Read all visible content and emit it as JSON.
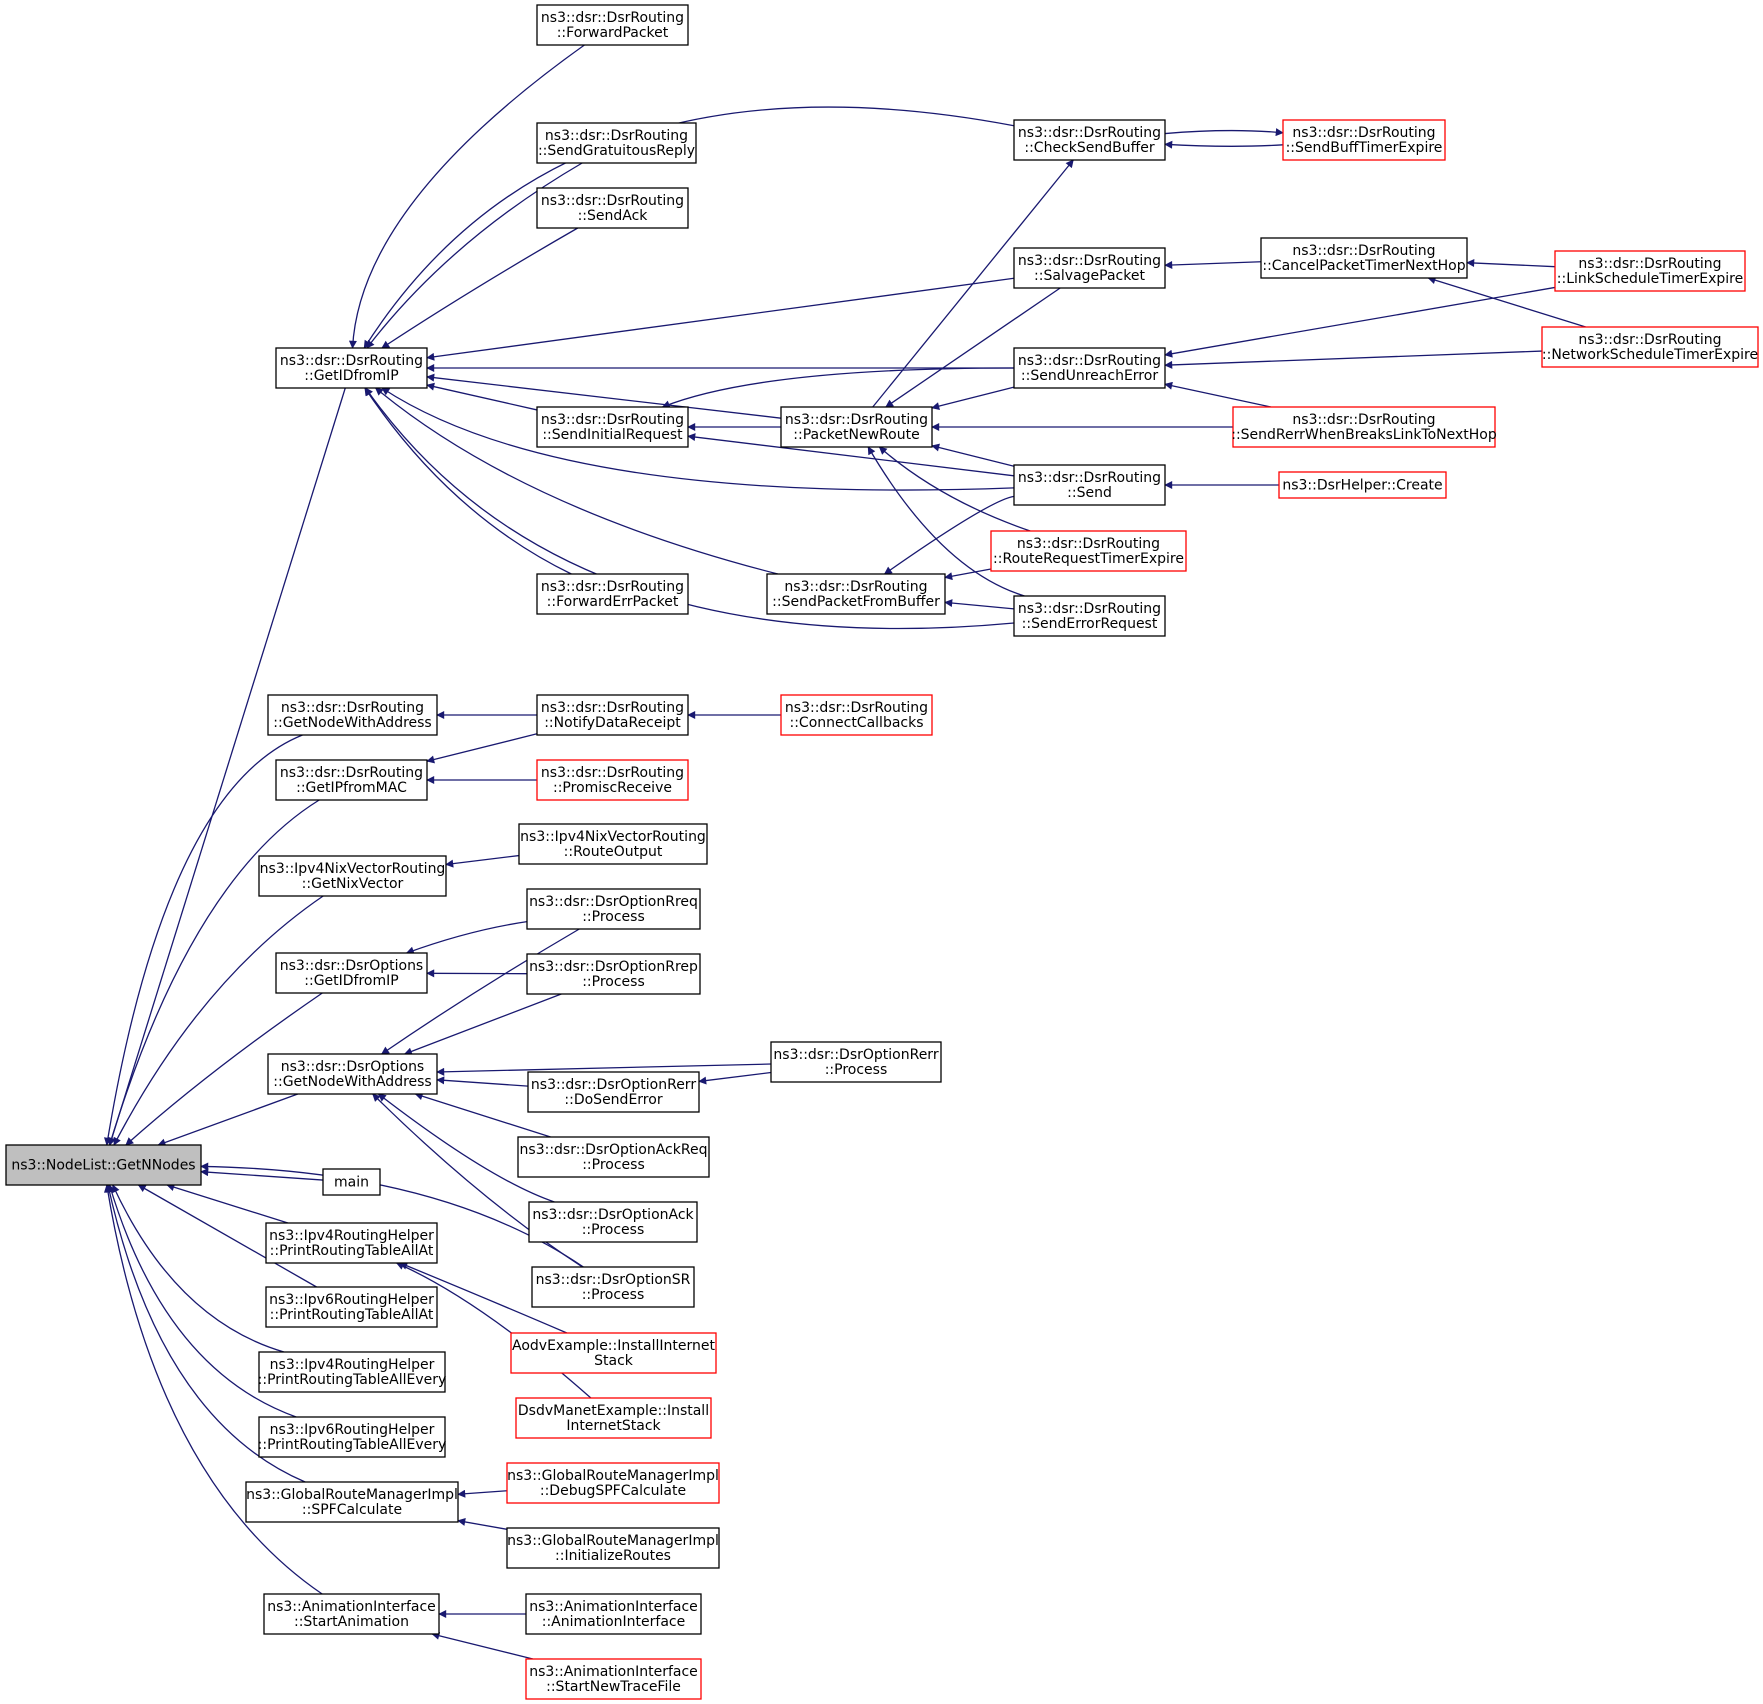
{
  "colors": {
    "edge": "#191970",
    "node_border": "#000000",
    "node_border_truncated": "#ff0000",
    "focus_fill": "#bfbfbf",
    "node_fill": "#ffffff"
  },
  "nodes": [
    {
      "id": "getnnodes",
      "lines": [
        "ns3::NodeList::GetNNodes"
      ],
      "style": "focus"
    },
    {
      "id": "getidfromip",
      "lines": [
        "ns3::dsr::DsrRouting",
        "::GetIDfromIP"
      ],
      "style": "normal"
    },
    {
      "id": "forwardpacket",
      "lines": [
        "ns3::dsr::DsrRouting",
        "::ForwardPacket"
      ],
      "style": "normal"
    },
    {
      "id": "sendgratuitousreply",
      "lines": [
        "ns3::dsr::DsrRouting",
        "::SendGratuitousReply"
      ],
      "style": "normal"
    },
    {
      "id": "sendack",
      "lines": [
        "ns3::dsr::DsrRouting",
        "::SendAck"
      ],
      "style": "normal"
    },
    {
      "id": "checksendbuffer",
      "lines": [
        "ns3::dsr::DsrRouting",
        "::CheckSendBuffer"
      ],
      "style": "normal"
    },
    {
      "id": "sendbufftimerexpire",
      "lines": [
        "ns3::dsr::DsrRouting",
        "::SendBuffTimerExpire"
      ],
      "style": "truncated"
    },
    {
      "id": "salvagepacket",
      "lines": [
        "ns3::dsr::DsrRouting",
        "::SalvagePacket"
      ],
      "style": "normal"
    },
    {
      "id": "cancelpackettimernexthop",
      "lines": [
        "ns3::dsr::DsrRouting",
        "::CancelPacketTimerNextHop"
      ],
      "style": "normal"
    },
    {
      "id": "linkscheduletimerexpire",
      "lines": [
        "ns3::dsr::DsrRouting",
        "::LinkScheduleTimerExpire"
      ],
      "style": "truncated"
    },
    {
      "id": "networkscheduletimerexpire",
      "lines": [
        "ns3::dsr::DsrRouting",
        "::NetworkScheduleTimerExpire"
      ],
      "style": "truncated"
    },
    {
      "id": "sendunreacherror",
      "lines": [
        "ns3::dsr::DsrRouting",
        "::SendUnreachError"
      ],
      "style": "normal"
    },
    {
      "id": "sendinitialrequest",
      "lines": [
        "ns3::dsr::DsrRouting",
        "::SendInitialRequest"
      ],
      "style": "normal"
    },
    {
      "id": "packetnewroute",
      "lines": [
        "ns3::dsr::DsrRouting",
        "::PacketNewRoute"
      ],
      "style": "normal"
    },
    {
      "id": "sendrerrwhenbreakslinktonexthop",
      "lines": [
        "ns3::dsr::DsrRouting",
        "::SendRerrWhenBreaksLinkToNextHop"
      ],
      "style": "truncated"
    },
    {
      "id": "send",
      "lines": [
        "ns3::dsr::DsrRouting",
        "::Send"
      ],
      "style": "normal"
    },
    {
      "id": "dsrhelpercreate",
      "lines": [
        "ns3::DsrHelper::Create"
      ],
      "style": "truncated"
    },
    {
      "id": "routerequesttimerexpire",
      "lines": [
        "ns3::dsr::DsrRouting",
        "::RouteRequestTimerExpire"
      ],
      "style": "truncated"
    },
    {
      "id": "forwarderrpacket",
      "lines": [
        "ns3::dsr::DsrRouting",
        "::ForwardErrPacket"
      ],
      "style": "normal"
    },
    {
      "id": "sendpacketfrombuffer",
      "lines": [
        "ns3::dsr::DsrRouting",
        "::SendPacketFromBuffer"
      ],
      "style": "normal"
    },
    {
      "id": "senderrorrequest",
      "lines": [
        "ns3::dsr::DsrRouting",
        "::SendErrorRequest"
      ],
      "style": "normal"
    },
    {
      "id": "getnodewithaddress_routing",
      "lines": [
        "ns3::dsr::DsrRouting",
        "::GetNodeWithAddress"
      ],
      "style": "normal"
    },
    {
      "id": "notifydatareceipt",
      "lines": [
        "ns3::dsr::DsrRouting",
        "::NotifyDataReceipt"
      ],
      "style": "normal"
    },
    {
      "id": "connectcallbacks",
      "lines": [
        "ns3::dsr::DsrRouting",
        "::ConnectCallbacks"
      ],
      "style": "truncated"
    },
    {
      "id": "getipfrommac",
      "lines": [
        "ns3::dsr::DsrRouting",
        "::GetIPfromMAC"
      ],
      "style": "normal"
    },
    {
      "id": "promiscreceive",
      "lines": [
        "ns3::dsr::DsrRouting",
        "::PromiscReceive"
      ],
      "style": "truncated"
    },
    {
      "id": "getnixvector",
      "lines": [
        "ns3::Ipv4NixVectorRouting",
        "::GetNixVector"
      ],
      "style": "normal"
    },
    {
      "id": "routeoutput",
      "lines": [
        "ns3::Ipv4NixVectorRouting",
        "::RouteOutput"
      ],
      "style": "normal"
    },
    {
      "id": "getidfromip_options",
      "lines": [
        "ns3::dsr::DsrOptions",
        "::GetIDfromIP"
      ],
      "style": "normal"
    },
    {
      "id": "rreqprocess",
      "lines": [
        "ns3::dsr::DsrOptionRreq",
        "::Process"
      ],
      "style": "normal"
    },
    {
      "id": "rrepprocess",
      "lines": [
        "ns3::dsr::DsrOptionRrep",
        "::Process"
      ],
      "style": "normal"
    },
    {
      "id": "getnodewithaddress_options",
      "lines": [
        "ns3::dsr::DsrOptions",
        "::GetNodeWithAddress"
      ],
      "style": "normal"
    },
    {
      "id": "rerrprocess",
      "lines": [
        "ns3::dsr::DsrOptionRerr",
        "::Process"
      ],
      "style": "normal"
    },
    {
      "id": "rerrdosenderror",
      "lines": [
        "ns3::dsr::DsrOptionRerr",
        "::DoSendError"
      ],
      "style": "normal"
    },
    {
      "id": "ackreqprocess",
      "lines": [
        "ns3::dsr::DsrOptionAckReq",
        "::Process"
      ],
      "style": "normal"
    },
    {
      "id": "ackprocess",
      "lines": [
        "ns3::dsr::DsrOptionAck",
        "::Process"
      ],
      "style": "normal"
    },
    {
      "id": "srprocess",
      "lines": [
        "ns3::dsr::DsrOptionSR",
        "::Process"
      ],
      "style": "normal"
    },
    {
      "id": "main",
      "lines": [
        "main"
      ],
      "style": "normal"
    },
    {
      "id": "ipv4printat",
      "lines": [
        "ns3::Ipv4RoutingHelper",
        "::PrintRoutingTableAllAt"
      ],
      "style": "normal"
    },
    {
      "id": "aodvinstall",
      "lines": [
        "AodvExample::InstallInternet",
        "Stack"
      ],
      "style": "truncated"
    },
    {
      "id": "ipv6printat",
      "lines": [
        "ns3::Ipv6RoutingHelper",
        "::PrintRoutingTableAllAt"
      ],
      "style": "normal"
    },
    {
      "id": "dsdvinstall",
      "lines": [
        "DsdvManetExample::Install",
        "InternetStack"
      ],
      "style": "truncated"
    },
    {
      "id": "ipv4printevery",
      "lines": [
        "ns3::Ipv4RoutingHelper",
        "::PrintRoutingTableAllEvery"
      ],
      "style": "normal"
    },
    {
      "id": "ipv6printevery",
      "lines": [
        "ns3::Ipv6RoutingHelper",
        "::PrintRoutingTableAllEvery"
      ],
      "style": "normal"
    },
    {
      "id": "spfcalculate",
      "lines": [
        "ns3::GlobalRouteManagerImpl",
        "::SPFCalculate"
      ],
      "style": "normal"
    },
    {
      "id": "debugspfcalculate",
      "lines": [
        "ns3::GlobalRouteManagerImpl",
        "::DebugSPFCalculate"
      ],
      "style": "truncated"
    },
    {
      "id": "initializeroutes",
      "lines": [
        "ns3::GlobalRouteManagerImpl",
        "::InitializeRoutes"
      ],
      "style": "normal"
    },
    {
      "id": "startanimation",
      "lines": [
        "ns3::AnimationInterface",
        "::StartAnimation"
      ],
      "style": "normal"
    },
    {
      "id": "animationinterface",
      "lines": [
        "ns3::AnimationInterface",
        "::AnimationInterface"
      ],
      "style": "normal"
    },
    {
      "id": "startnewtracefile",
      "lines": [
        "ns3::AnimationInterface",
        "::StartNewTraceFile"
      ],
      "style": "truncated"
    }
  ],
  "edges": [
    {
      "from": "getidfromip",
      "to": "getnnodes"
    },
    {
      "from": "getnodewithaddress_routing",
      "to": "getnnodes"
    },
    {
      "from": "getipfrommac",
      "to": "getnnodes"
    },
    {
      "from": "getnixvector",
      "to": "getnnodes"
    },
    {
      "from": "getidfromip_options",
      "to": "getnnodes"
    },
    {
      "from": "getnodewithaddress_options",
      "to": "getnnodes"
    },
    {
      "from": "srprocess",
      "to": "getnnodes"
    },
    {
      "from": "main",
      "to": "getnnodes"
    },
    {
      "from": "ipv4printat",
      "to": "getnnodes"
    },
    {
      "from": "ipv6printat",
      "to": "getnnodes"
    },
    {
      "from": "ipv4printevery",
      "to": "getnnodes"
    },
    {
      "from": "ipv6printevery",
      "to": "getnnodes"
    },
    {
      "from": "spfcalculate",
      "to": "getnnodes"
    },
    {
      "from": "startanimation",
      "to": "getnnodes"
    },
    {
      "from": "forwardpacket",
      "to": "getidfromip"
    },
    {
      "from": "checksendbuffer",
      "to": "getidfromip"
    },
    {
      "from": "sendgratuitousreply",
      "to": "getidfromip"
    },
    {
      "from": "sendack",
      "to": "getidfromip"
    },
    {
      "from": "salvagepacket",
      "to": "getidfromip"
    },
    {
      "from": "sendunreacherror",
      "to": "getidfromip"
    },
    {
      "from": "sendinitialrequest",
      "to": "getidfromip"
    },
    {
      "from": "packetnewroute",
      "to": "getidfromip"
    },
    {
      "from": "send",
      "to": "getidfromip"
    },
    {
      "from": "forwarderrpacket",
      "to": "getidfromip"
    },
    {
      "from": "sendpacketfrombuffer",
      "to": "getidfromip"
    },
    {
      "from": "senderrorrequest",
      "to": "getidfromip"
    },
    {
      "from": "sendbufftimerexpire",
      "to": "checksendbuffer"
    },
    {
      "from": "checksendbuffer",
      "to": "sendbufftimerexpire"
    },
    {
      "from": "packetnewroute",
      "to": "checksendbuffer"
    },
    {
      "from": "cancelpackettimernexthop",
      "to": "salvagepacket"
    },
    {
      "from": "linkscheduletimerexpire",
      "to": "cancelpackettimernexthop"
    },
    {
      "from": "networkscheduletimerexpire",
      "to": "cancelpackettimernexthop"
    },
    {
      "from": "linkscheduletimerexpire",
      "to": "sendunreacherror"
    },
    {
      "from": "networkscheduletimerexpire",
      "to": "sendunreacherror"
    },
    {
      "from": "sendrerrwhenbreakslinktonexthop",
      "to": "sendunreacherror"
    },
    {
      "from": "sendunreacherror",
      "to": "sendinitialrequest"
    },
    {
      "from": "packetnewroute",
      "to": "sendinitialrequest"
    },
    {
      "from": "send",
      "to": "sendinitialrequest"
    },
    {
      "from": "salvagepacket",
      "to": "packetnewroute"
    },
    {
      "from": "sendunreacherror",
      "to": "packetnewroute"
    },
    {
      "from": "sendrerrwhenbreakslinktonexthop",
      "to": "packetnewroute"
    },
    {
      "from": "send",
      "to": "packetnewroute"
    },
    {
      "from": "routerequesttimerexpire",
      "to": "packetnewroute"
    },
    {
      "from": "senderrorrequest",
      "to": "packetnewroute"
    },
    {
      "from": "dsrhelpercreate",
      "to": "send"
    },
    {
      "from": "send",
      "to": "sendpacketfrombuffer"
    },
    {
      "from": "routerequesttimerexpire",
      "to": "sendpacketfrombuffer"
    },
    {
      "from": "senderrorrequest",
      "to": "sendpacketfrombuffer"
    },
    {
      "from": "notifydatareceipt",
      "to": "getnodewithaddress_routing"
    },
    {
      "from": "connectcallbacks",
      "to": "notifydatareceipt"
    },
    {
      "from": "notifydatareceipt",
      "to": "getipfrommac"
    },
    {
      "from": "promiscreceive",
      "to": "getipfrommac"
    },
    {
      "from": "routeoutput",
      "to": "getnixvector"
    },
    {
      "from": "rreqprocess",
      "to": "getidfromip_options"
    },
    {
      "from": "rrepprocess",
      "to": "getidfromip_options"
    },
    {
      "from": "rreqprocess",
      "to": "getnodewithaddress_options"
    },
    {
      "from": "rrepprocess",
      "to": "getnodewithaddress_options"
    },
    {
      "from": "rerrprocess",
      "to": "getnodewithaddress_options"
    },
    {
      "from": "rerrdosenderror",
      "to": "getnodewithaddress_options"
    },
    {
      "from": "ackreqprocess",
      "to": "getnodewithaddress_options"
    },
    {
      "from": "ackprocess",
      "to": "getnodewithaddress_options"
    },
    {
      "from": "srprocess",
      "to": "getnodewithaddress_options"
    },
    {
      "from": "rerrprocess",
      "to": "rerrdosenderror"
    },
    {
      "from": "aodvinstall",
      "to": "ipv4printat"
    },
    {
      "from": "dsdvinstall",
      "to": "ipv4printat"
    },
    {
      "from": "debugspfcalculate",
      "to": "spfcalculate"
    },
    {
      "from": "initializeroutes",
      "to": "spfcalculate"
    },
    {
      "from": "animationinterface",
      "to": "startanimation"
    },
    {
      "from": "startnewtracefile",
      "to": "startanimation"
    }
  ]
}
